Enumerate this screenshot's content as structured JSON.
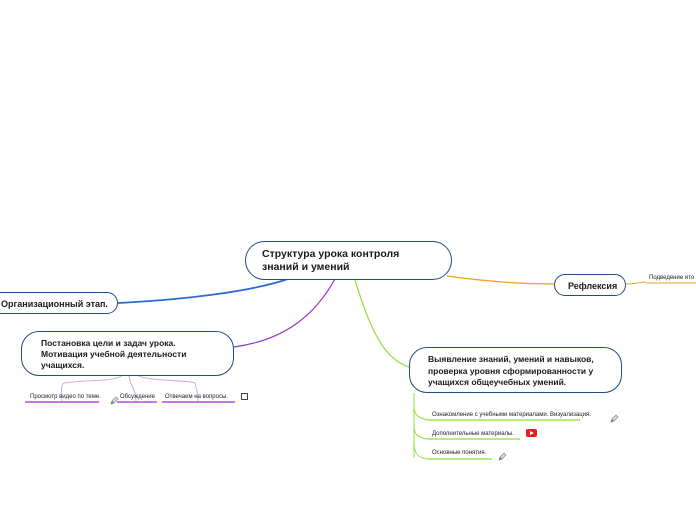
{
  "map": {
    "central": {
      "line1": "Структура урока контроля",
      "line2": "знаний и умений"
    },
    "branches": {
      "org": {
        "label": "Организационный этап.",
        "color": "#2d6ad6"
      },
      "goal": {
        "line1": "Постановка цели и задач урока.",
        "line2": "Мотивация учебной деятельности",
        "line3": "учащихся.",
        "color": "#9a2fc6"
      },
      "reflection": {
        "label": "Рефлексия",
        "color": "#f0a020"
      },
      "identification": {
        "line1": "Выявление знаний, умений и навыков,",
        "line2": "проверка уровня сформированности у",
        "line3": "учащихся общеучебных умений.",
        "color": "#8be02c"
      }
    },
    "goal_leaves": [
      {
        "label": "Просмотр видео по теме.",
        "icon": "pencil-icon"
      },
      {
        "label": "Обсуждение",
        "icon": ""
      },
      {
        "label": "Отвечаем на вопросы.",
        "icon": "external-link-icon"
      }
    ],
    "reflection_leaf": {
      "label": "Подведение ито"
    },
    "identification_leaves": [
      {
        "label": "Ознакомление с учебными материалами. Визуализация.",
        "icon": "pencil-icon"
      },
      {
        "label": "Дополнительные материалы.",
        "icon": "youtube-icon"
      },
      {
        "label": "Основные понятия.",
        "icon": "pencil-icon"
      }
    ]
  }
}
